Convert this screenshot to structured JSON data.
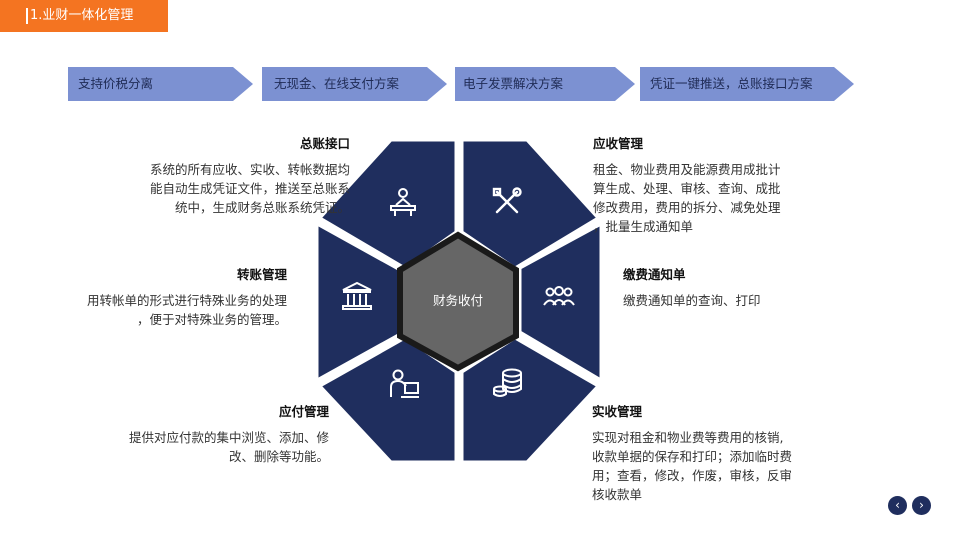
{
  "header": {
    "title": "1.业财一体化管理"
  },
  "features": [
    {
      "label": "支持价税分离"
    },
    {
      "label": "无现金、在线支付方案"
    },
    {
      "label": "电子发票解决方案"
    },
    {
      "label": "凭证一键推送，总账接口方案"
    }
  ],
  "center": {
    "label": "财务收付"
  },
  "modules": {
    "general_ledger": {
      "title": "总账接口",
      "desc": [
        "系统的所有应收、实收、转帐数据均",
        "能自动生成凭证文件，推送至总账系",
        "统中，生成财务总账系统凭证。"
      ]
    },
    "transfer": {
      "title": "转账管理",
      "desc": [
        "用转帐单的形式进行特殊业务的处理",
        "，便于对特殊业务的管理。"
      ]
    },
    "payable": {
      "title": "应付管理",
      "desc": [
        "提供对应付款的集中浏览、添加、修",
        "改、删除等功能。"
      ]
    },
    "receivable": {
      "title": "应收管理",
      "desc": [
        "租金、物业费用及能源费用成批计",
        "算生成、处理、审核、查询、成批",
        "修改费用，费用的拆分、减免处理",
        "，批量生成通知单"
      ]
    },
    "payment_notice": {
      "title": "缴费通知单",
      "desc": [
        "缴费通知单的查询、打印"
      ]
    },
    "received": {
      "title": "实收管理",
      "desc": [
        "实现对租金和物业费等费用的核销,",
        "收款单据的保存和打印；添加临时费",
        "用；查看，修改，作废，审核，反审",
        "核收款单"
      ]
    }
  },
  "icons": {
    "general_ledger": "presenter-icon",
    "transfer": "bank-icon",
    "payable": "person-laptop-icon",
    "receivable": "tools-icon",
    "payment_notice": "group-icon",
    "received": "coins-icon"
  },
  "navigation": {
    "prev": "‹",
    "next": "›"
  },
  "colors": {
    "accent": "#F47421",
    "hex_dark": "#1F2E5E",
    "feature_bar": "#7C91D2",
    "center": "#666666"
  }
}
